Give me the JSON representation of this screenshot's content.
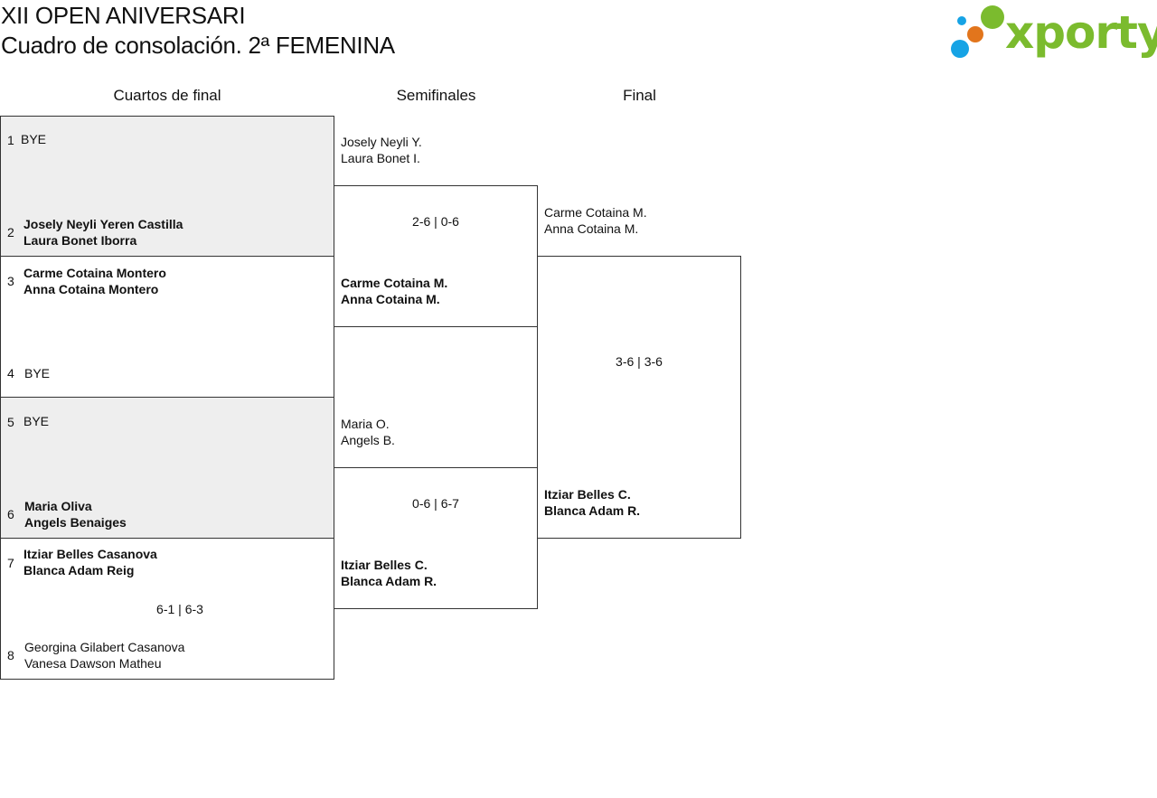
{
  "header": {
    "title_line1": "XII OPEN ANIVERSARI",
    "title_line2": "Cuadro de consolación. 2ª FEMENINA",
    "logo_text": "xporty"
  },
  "columns": {
    "quarterfinals": "Cuartos de final",
    "semifinals": "Semifinales",
    "final": "Final"
  },
  "quarterfinals": [
    {
      "top": {
        "seed": "1",
        "line1": "BYE",
        "line2": ""
      },
      "bottom": {
        "seed": "2",
        "line1": "Josely Neyli Yeren Castilla",
        "line2": "Laura Bonet Iborra"
      },
      "score": ""
    },
    {
      "top": {
        "seed": "3",
        "line1": "Carme Cotaina Montero",
        "line2": "Anna Cotaina Montero"
      },
      "bottom": {
        "seed": "4",
        "line1": "BYE",
        "line2": ""
      },
      "score": ""
    },
    {
      "top": {
        "seed": "5",
        "line1": "BYE",
        "line2": ""
      },
      "bottom": {
        "seed": "6",
        "line1": "Maria Oliva",
        "line2": "Angels Benaiges"
      },
      "score": ""
    },
    {
      "top": {
        "seed": "7",
        "line1": "Itziar Belles Casanova",
        "line2": "Blanca Adam Reig"
      },
      "bottom": {
        "seed": "8",
        "line1": "Georgina Gilabert Casanova",
        "line2": "Vanesa Dawson Matheu"
      },
      "score": "6-1 | 6-3"
    }
  ],
  "semifinals": [
    {
      "top": {
        "line1": "Josely Neyli Y.",
        "line2": "Laura Bonet I."
      },
      "bottom": {
        "line1": "Carme Cotaina M.",
        "line2": "Anna Cotaina M."
      },
      "score": "2-6 | 0-6"
    },
    {
      "top": {
        "line1": "Maria O.",
        "line2": "Angels B."
      },
      "bottom": {
        "line1": "Itziar Belles C.",
        "line2": "Blanca Adam R."
      },
      "score": "0-6 | 6-7"
    }
  ],
  "final": {
    "top": {
      "line1": "Carme Cotaina M.",
      "line2": "Anna Cotaina M."
    },
    "bottom": {
      "line1": "Itziar Belles C.",
      "line2": "Blanca Adam R."
    },
    "score": "3-6 | 3-6"
  },
  "colors": {
    "logo_green": "#7bbb2e",
    "logo_orange": "#e2751c",
    "logo_blue": "#16a3e5",
    "bye_fill": "#eeeeee"
  }
}
